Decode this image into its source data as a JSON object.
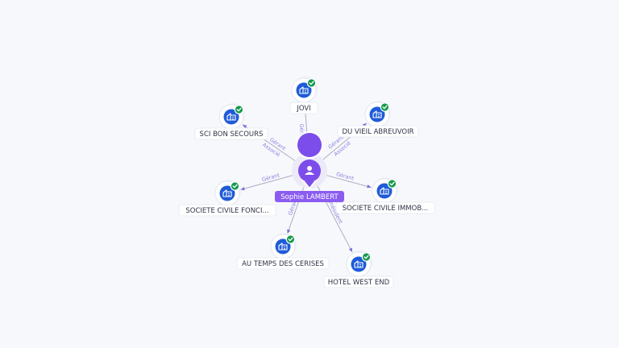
{
  "center": {
    "label": "Sophie LAMBERT",
    "icon": "person-icon"
  },
  "companies": [
    {
      "id": "jovi",
      "label": "JOVI",
      "icon": "building-icon",
      "badge": "verified-check-icon"
    },
    {
      "id": "du-vieil-abreuvoir",
      "label": "DU VIEIL ABREUVOIR",
      "icon": "building-icon",
      "badge": "verified-check-icon"
    },
    {
      "id": "sci-bon-secours",
      "label": "SCI BON SECOURS",
      "icon": "building-icon",
      "badge": "verified-check-icon"
    },
    {
      "id": "societe-civile-fonci",
      "label": "SOCIETE CIVILE FONCI...",
      "icon": "building-icon",
      "badge": "verified-check-icon"
    },
    {
      "id": "societe-civile-immob",
      "label": "SOCIETE CIVILE IMMOB...",
      "icon": "building-icon",
      "badge": "verified-check-icon"
    },
    {
      "id": "au-temps-des-cerises",
      "label": "AU TEMPS DES CERISES",
      "icon": "building-icon",
      "badge": "verified-check-icon"
    },
    {
      "id": "hotel-west-end",
      "label": "HOTEL WEST END",
      "icon": "building-icon",
      "badge": "verified-check-icon"
    }
  ],
  "edges": [
    {
      "target": "jovi",
      "labels": [
        "Gérant"
      ]
    },
    {
      "target": "du-vieil-abreuvoir",
      "labels": [
        "Gérant",
        "Associé"
      ]
    },
    {
      "target": "sci-bon-secours",
      "labels": [
        "Gérant",
        "Associé"
      ]
    },
    {
      "target": "societe-civile-fonci",
      "labels": [
        "Gérant"
      ]
    },
    {
      "target": "societe-civile-immob",
      "labels": [
        "Gérant"
      ]
    },
    {
      "target": "au-temps-des-cerises",
      "labels": [
        "Gérant"
      ]
    },
    {
      "target": "hotel-west-end",
      "labels": [
        "Président"
      ]
    }
  ],
  "colors": {
    "company_node": "#1f5bd8",
    "center_node": "#7c4dea",
    "verified_badge": "#179a4e",
    "edge_label": "#8a7fe0"
  }
}
